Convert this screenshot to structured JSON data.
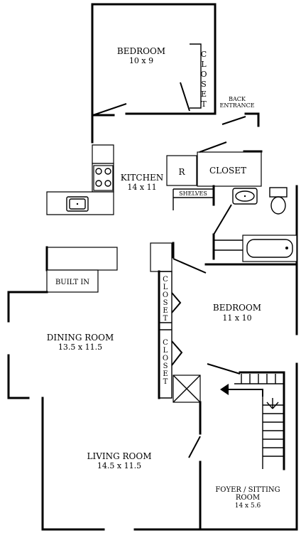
{
  "rooms": {
    "bedroom_top": {
      "name": "BEDROOM",
      "size": "10 x 9"
    },
    "kitchen": {
      "name": "KITCHEN",
      "size": "14 x 11"
    },
    "bedroom_right": {
      "name": "BEDROOM",
      "size": "11 x 10"
    },
    "dining": {
      "name": "DINING ROOM",
      "size": "13.5 x 11.5"
    },
    "living": {
      "name": "LIVING ROOM",
      "size": "14.5 x 11.5"
    },
    "foyer": {
      "name_line1": "FOYER / SITTING",
      "name_line2": "ROOM",
      "size": "14 x 5.6"
    }
  },
  "closet_top_letters": [
    "C",
    "L",
    "O",
    "S",
    "E",
    "T"
  ],
  "closet_mid_letters": [
    "C",
    "L",
    "O",
    "S",
    "E",
    "T"
  ],
  "closet_low_letters": [
    "C",
    "L",
    "O",
    "S",
    "E",
    "T"
  ],
  "back_entrance": {
    "line1": "BACK",
    "line2": "ENTRANCE"
  },
  "closet_kitchen": "CLOSET",
  "refrigerator": "R",
  "shelves": "SHELVES",
  "built_in": "BUILT IN"
}
